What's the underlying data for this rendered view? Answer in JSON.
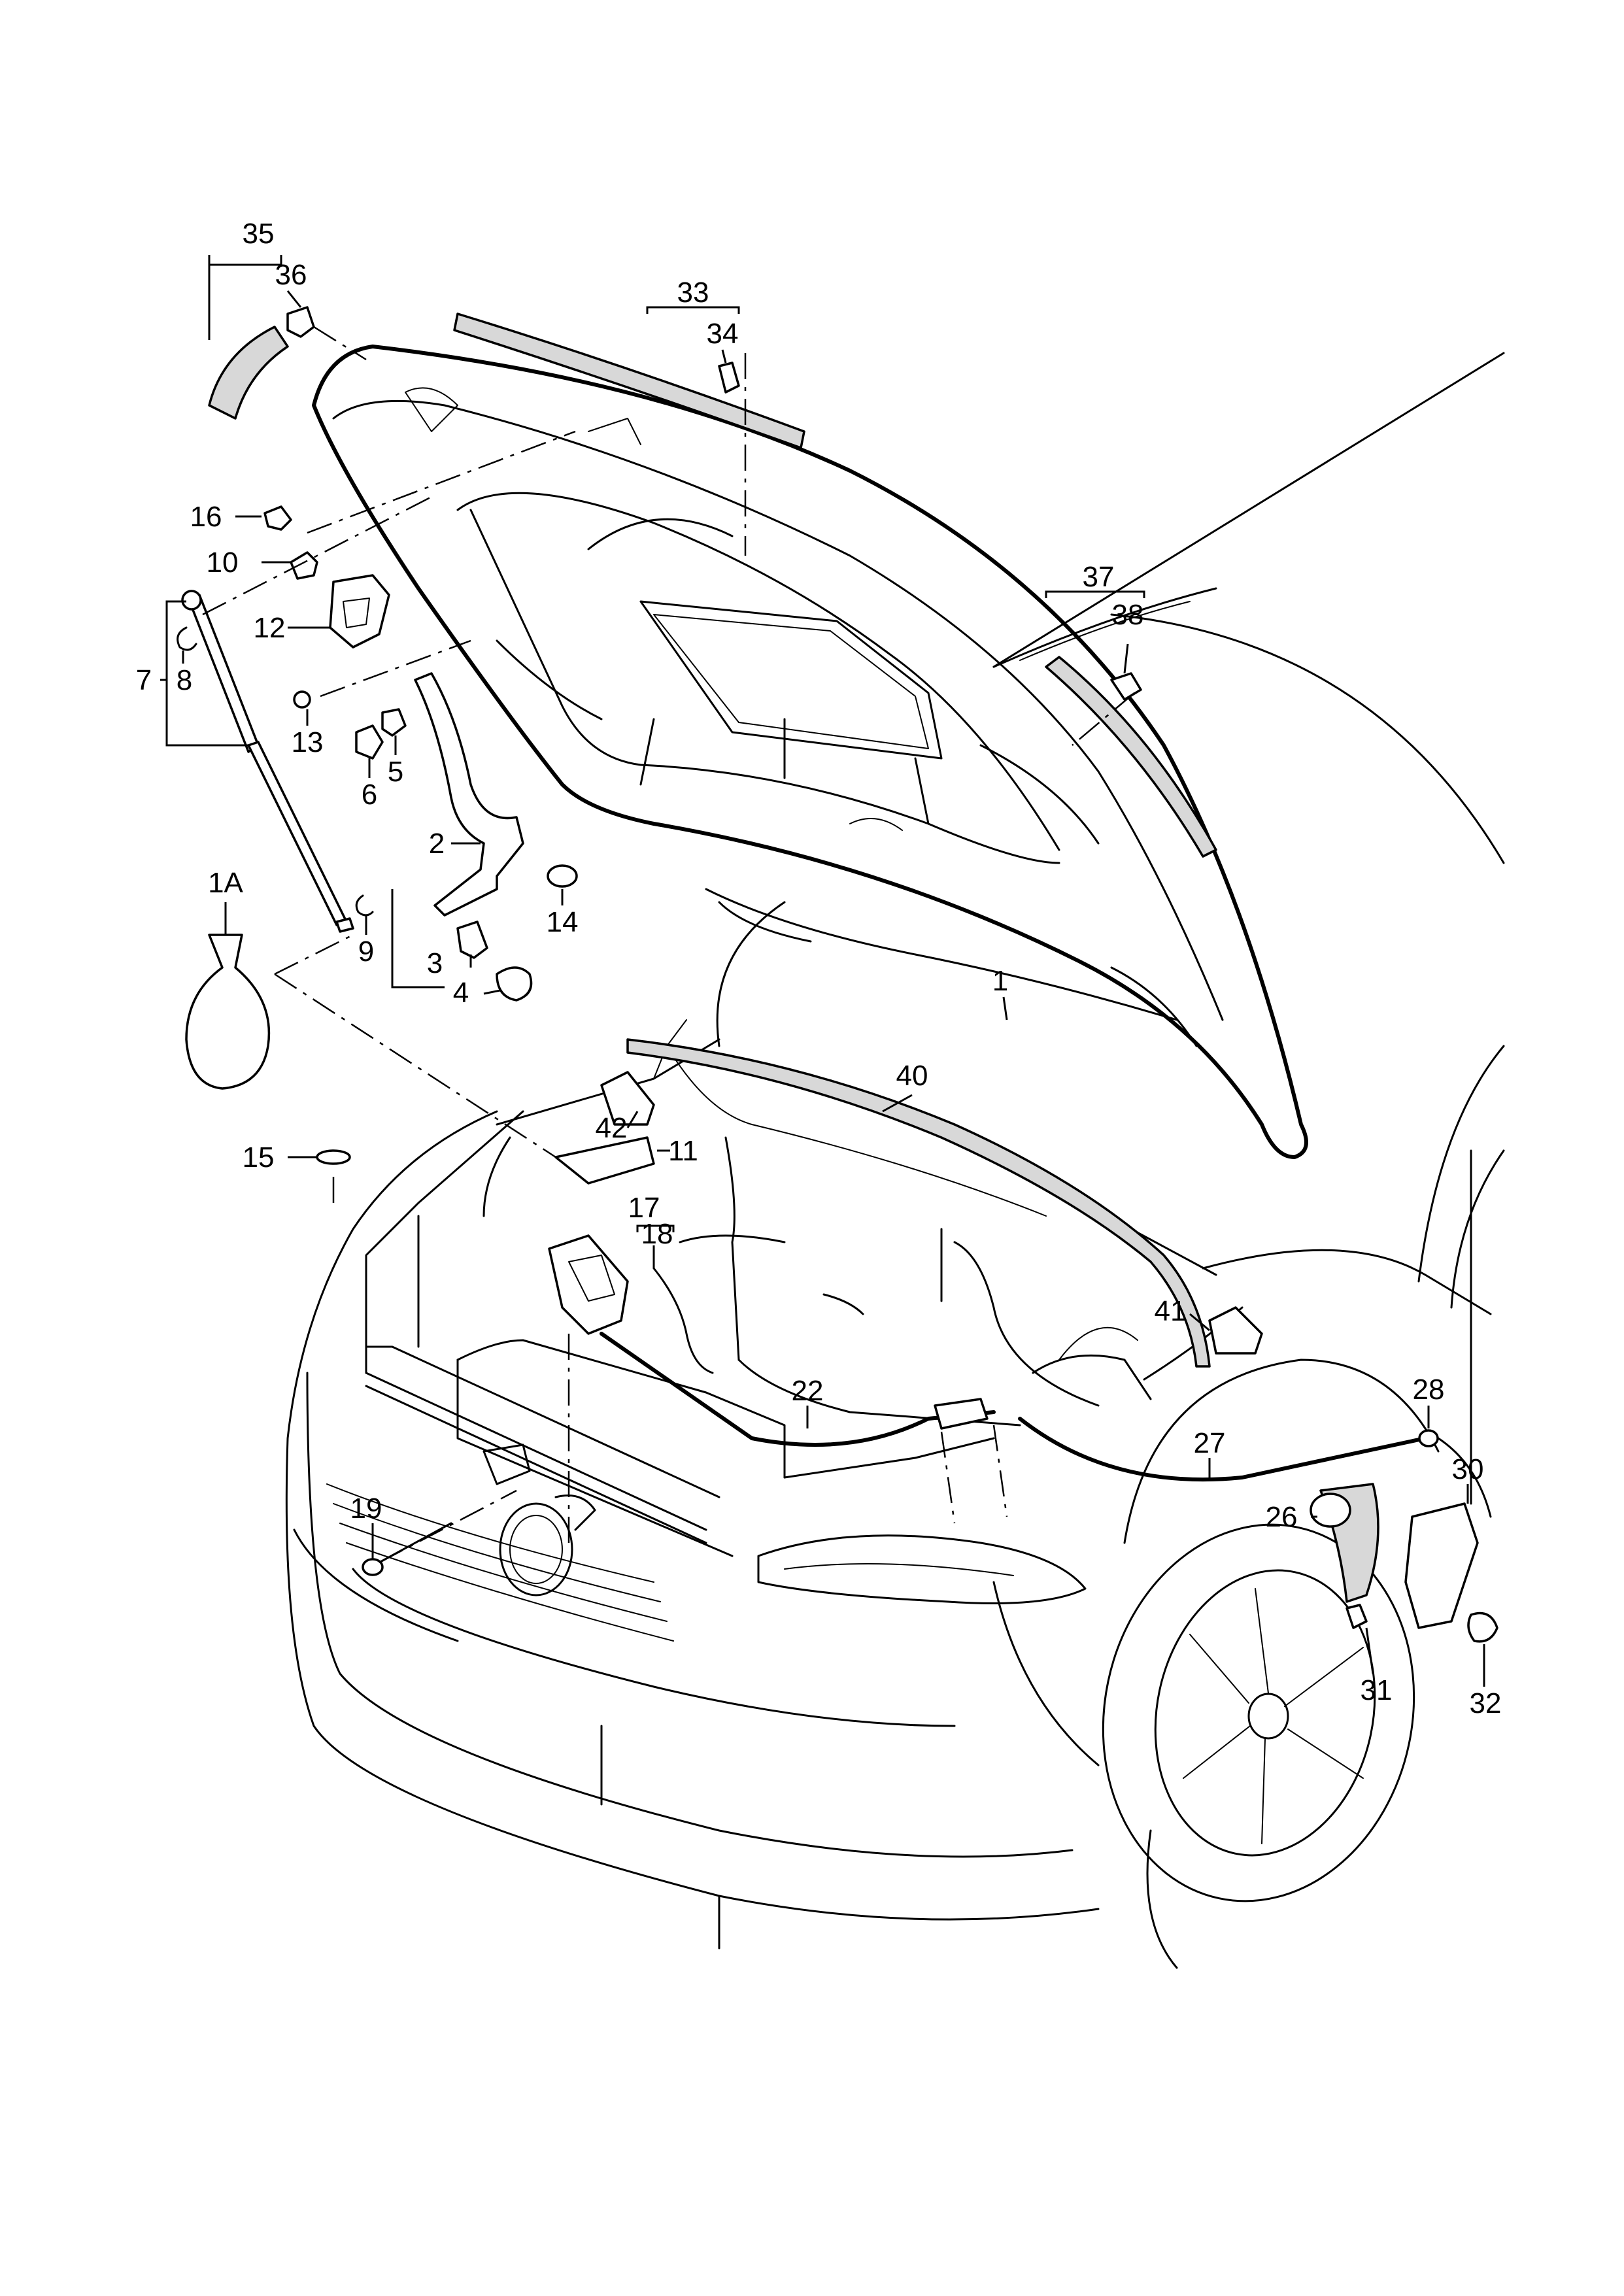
{
  "callouts": [
    {
      "id": "c1",
      "text": "1"
    },
    {
      "id": "c1a",
      "text": "1A"
    },
    {
      "id": "c2",
      "text": "2"
    },
    {
      "id": "c3",
      "text": "3"
    },
    {
      "id": "c4",
      "text": "4"
    },
    {
      "id": "c5",
      "text": "5"
    },
    {
      "id": "c6",
      "text": "6"
    },
    {
      "id": "c7",
      "text": "7"
    },
    {
      "id": "c8",
      "text": "8"
    },
    {
      "id": "c9",
      "text": "9"
    },
    {
      "id": "c10",
      "text": "10"
    },
    {
      "id": "c11",
      "text": "11"
    },
    {
      "id": "c12",
      "text": "12"
    },
    {
      "id": "c13",
      "text": "13"
    },
    {
      "id": "c14",
      "text": "14"
    },
    {
      "id": "c15",
      "text": "15"
    },
    {
      "id": "c16",
      "text": "16"
    },
    {
      "id": "c17",
      "text": "17"
    },
    {
      "id": "c18",
      "text": "18"
    },
    {
      "id": "c19",
      "text": "19"
    },
    {
      "id": "c22",
      "text": "22"
    },
    {
      "id": "c26",
      "text": "26"
    },
    {
      "id": "c27",
      "text": "27"
    },
    {
      "id": "c28",
      "text": "28"
    },
    {
      "id": "c30",
      "text": "30"
    },
    {
      "id": "c31",
      "text": "31"
    },
    {
      "id": "c32",
      "text": "32"
    },
    {
      "id": "c33",
      "text": "33"
    },
    {
      "id": "c34",
      "text": "34"
    },
    {
      "id": "c35",
      "text": "35"
    },
    {
      "id": "c36",
      "text": "36"
    },
    {
      "id": "c37",
      "text": "37"
    },
    {
      "id": "c38",
      "text": "38"
    },
    {
      "id": "c40",
      "text": "40"
    },
    {
      "id": "c41",
      "text": "41"
    },
    {
      "id": "c42",
      "text": "42"
    }
  ]
}
